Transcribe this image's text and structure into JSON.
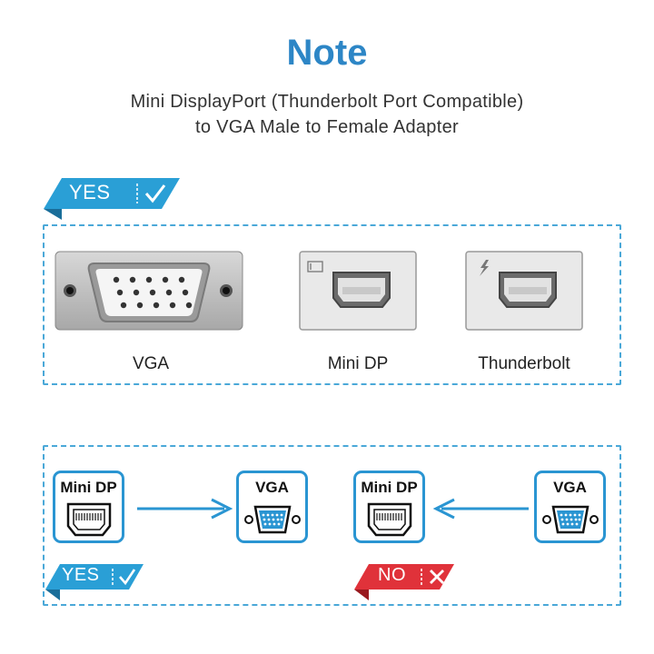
{
  "header": {
    "title": "Note",
    "subtitle_line1": "Mini DisplayPort (Thunderbolt Port Compatible)",
    "subtitle_line2": "to VGA Male to Female Adapter"
  },
  "compat_section": {
    "tag": "YES",
    "ports": [
      {
        "label": "VGA",
        "icon": "vga-port-icon"
      },
      {
        "label": "Mini DP",
        "icon": "mini-dp-port-icon"
      },
      {
        "label": "Thunderbolt",
        "icon": "thunderbolt-port-icon"
      }
    ]
  },
  "direction_section": {
    "supported": {
      "from": "Mini DP",
      "to": "VGA",
      "tag": "YES"
    },
    "unsupported": {
      "from": "Mini DP",
      "to": "VGA",
      "tag": "NO"
    }
  },
  "colors": {
    "accent": "#2d86c6",
    "card_border": "#2a95d2",
    "yes_tag": "#2a9fd6",
    "no_tag": "#e0323a",
    "dashed_border": "#4aa8d8"
  }
}
